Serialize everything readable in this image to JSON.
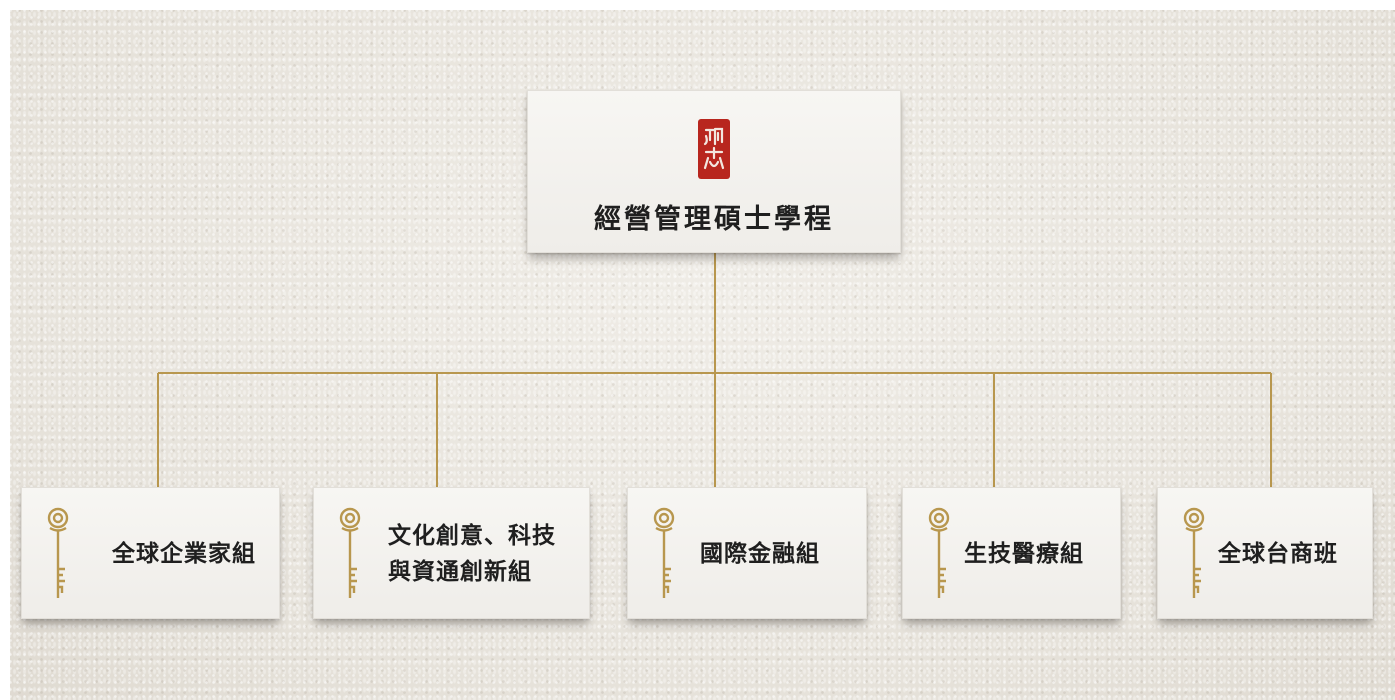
{
  "org_chart": {
    "root": {
      "title": "經營管理碩士學程",
      "icon": "red-seal-icon",
      "seal_color": "#b8261e"
    },
    "children": [
      {
        "label_lines": [
          "全球企業家組"
        ],
        "icon": "golden-key-icon"
      },
      {
        "label_lines": [
          "文化創意、科技",
          "與資通創新組"
        ],
        "icon": "golden-key-icon"
      },
      {
        "label_lines": [
          "國際金融組"
        ],
        "icon": "golden-key-icon"
      },
      {
        "label_lines": [
          "生技醫療組"
        ],
        "icon": "golden-key-icon"
      },
      {
        "label_lines": [
          "全球台商班"
        ],
        "icon": "golden-key-icon"
      }
    ],
    "connector_color": "#b8974e",
    "key_color": "#b8974e"
  }
}
